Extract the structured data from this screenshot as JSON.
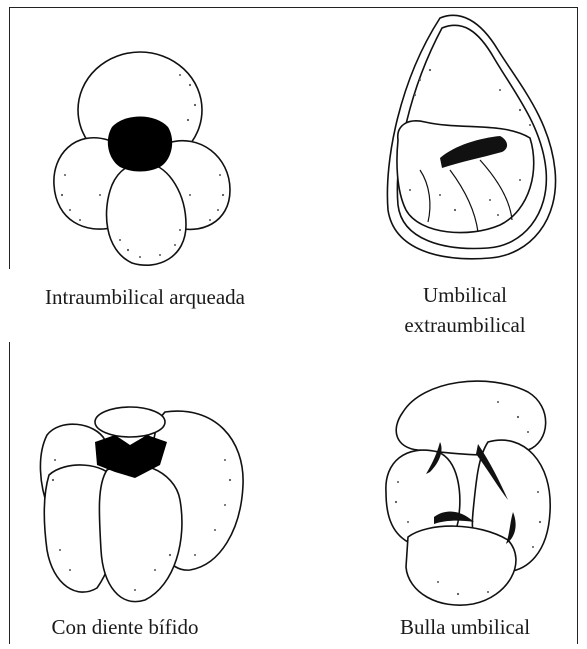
{
  "captions": {
    "top_left": "Intraumbilical arqueada",
    "top_right_line1": "Umbilical",
    "top_right_line2": "extraumbilical",
    "bottom_left": "Con diente bífido",
    "bottom_right": "Bulla umbilical"
  },
  "colors": {
    "outline": "#111111",
    "aperture": "#000000",
    "background": "#ffffff"
  }
}
